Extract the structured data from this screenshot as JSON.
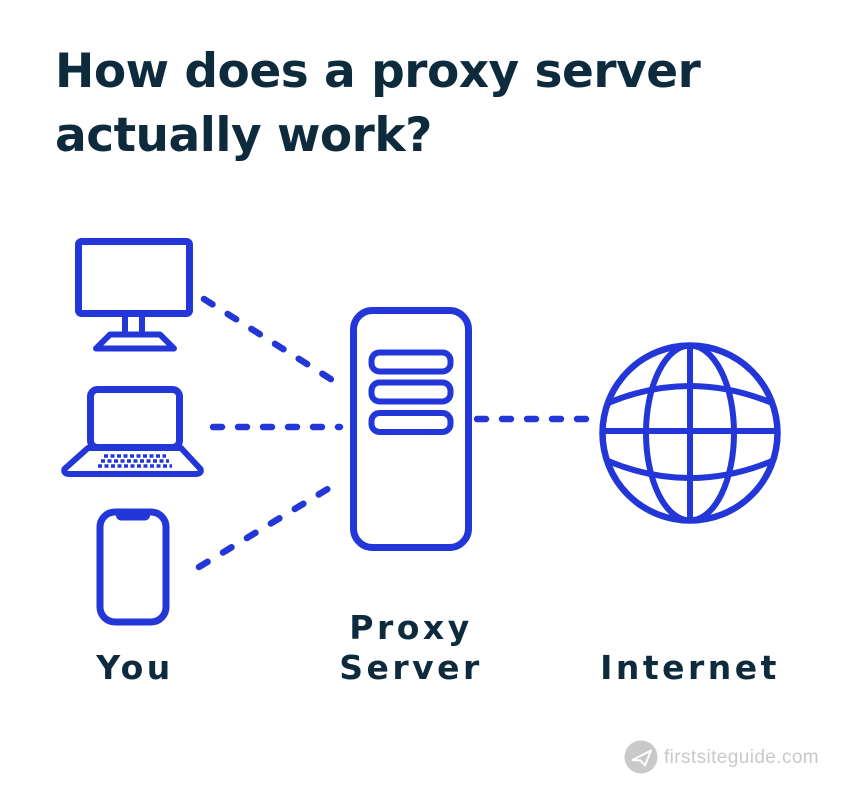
{
  "title": {
    "line1": "How does a proxy server",
    "line2": "actually work?"
  },
  "diagram": {
    "type": "flow",
    "nodes": [
      {
        "id": "you",
        "label": "You",
        "icons": [
          "desktop-monitor-icon",
          "laptop-icon",
          "smartphone-icon"
        ]
      },
      {
        "id": "proxy-server",
        "label_line1": "Proxy",
        "label_line2": "Server",
        "icon": "server-tower-icon"
      },
      {
        "id": "internet",
        "label": "Internet",
        "icon": "globe-icon"
      }
    ],
    "connections": [
      {
        "from": "desktop-monitor",
        "to": "proxy-server",
        "style": "dashed"
      },
      {
        "from": "laptop",
        "to": "proxy-server",
        "style": "dashed"
      },
      {
        "from": "smartphone",
        "to": "proxy-server",
        "style": "dashed"
      },
      {
        "from": "proxy-server",
        "to": "internet",
        "style": "dashed"
      }
    ]
  },
  "labels": {
    "you": "You",
    "proxy_line1": "Proxy",
    "proxy_line2": "Server",
    "internet": "Internet"
  },
  "watermark": {
    "text": "firstsiteguide.com",
    "icon": "paper-plane-icon"
  },
  "colors": {
    "accent_blue": "#2336d8",
    "text_navy": "#0d2b3d",
    "watermark_gray": "#c9c9c9",
    "background": "#ffffff"
  }
}
